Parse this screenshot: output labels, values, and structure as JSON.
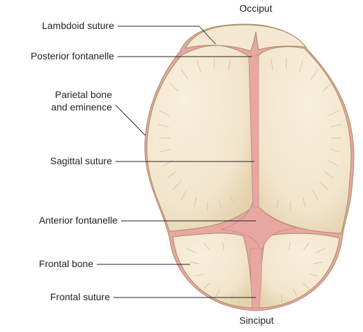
{
  "orientation": {
    "top": "Occiput",
    "bottom": "Sinciput"
  },
  "labels": {
    "lambdoid_suture": "Lambdoid suture",
    "posterior_fontanelle": "Posterior fontanelle",
    "parietal_line1": "Parietal bone",
    "parietal_line2": "and eminence",
    "sagittal_suture": "Sagittal suture",
    "anterior_fontanelle": "Anterior fontanelle",
    "frontal_bone": "Frontal bone",
    "frontal_suture": "Frontal suture"
  },
  "colors": {
    "bone_fill": "#f2e5cc",
    "bone_shadow": "#e2cfa9",
    "outline": "#a78c66",
    "membrane": "#e8a7a1",
    "membrane_edge": "#c9827c",
    "leader_line": "#231f20",
    "text": "#231f20"
  }
}
